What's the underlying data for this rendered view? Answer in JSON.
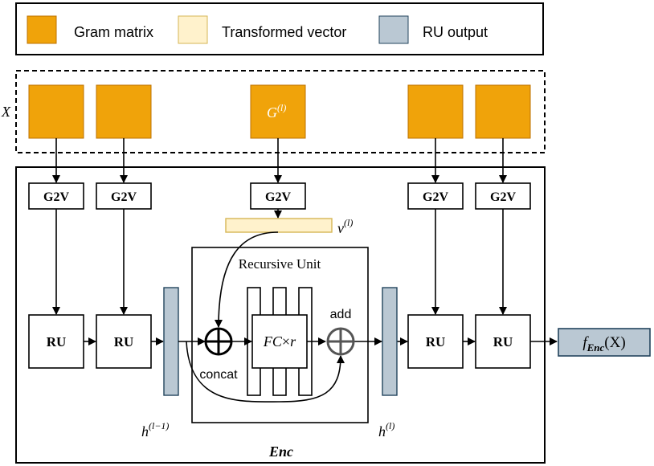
{
  "legend": {
    "items": [
      {
        "label": "Gram matrix",
        "swatch_fill": "#F0A30A",
        "swatch_stroke": "#BD7000"
      },
      {
        "label": "Transformed vector",
        "swatch_fill": "#FFF2CC",
        "swatch_stroke": "#D6B656"
      },
      {
        "label": "RU output",
        "swatch_fill": "#BAC8D3",
        "swatch_stroke": "#23445D"
      }
    ]
  },
  "input": {
    "label": "X",
    "center_matrix_label": "G",
    "center_matrix_sup": "(l)"
  },
  "g2v_labels": [
    "G2V",
    "G2V",
    "G2V",
    "G2V",
    "G2V"
  ],
  "ru_labels": [
    "RU",
    "RU",
    "RU",
    "RU"
  ],
  "vector_label": "v",
  "vector_sup": "(l)",
  "recursive_unit": {
    "title": "Recursive Unit",
    "fc_label_italic": "FC",
    "fc_label_times": "×",
    "fc_label_r": "r",
    "concat_label": "concat",
    "add_label": "add"
  },
  "hidden_left": {
    "base": "h",
    "sup": "(l−1)"
  },
  "hidden_right": {
    "base": "h",
    "sup": "(l)"
  },
  "encoder_label": "Enc",
  "output": {
    "f": "f",
    "sub": "Enc",
    "arg": "(X)"
  },
  "colors": {
    "gram": "#F0A30A",
    "gram_stroke": "#BD7000",
    "vector": "#FFF2CC",
    "vector_stroke": "#D6B656",
    "ru_output": "#BAC8D3",
    "ru_output_stroke": "#23445D",
    "line": "#000000"
  }
}
